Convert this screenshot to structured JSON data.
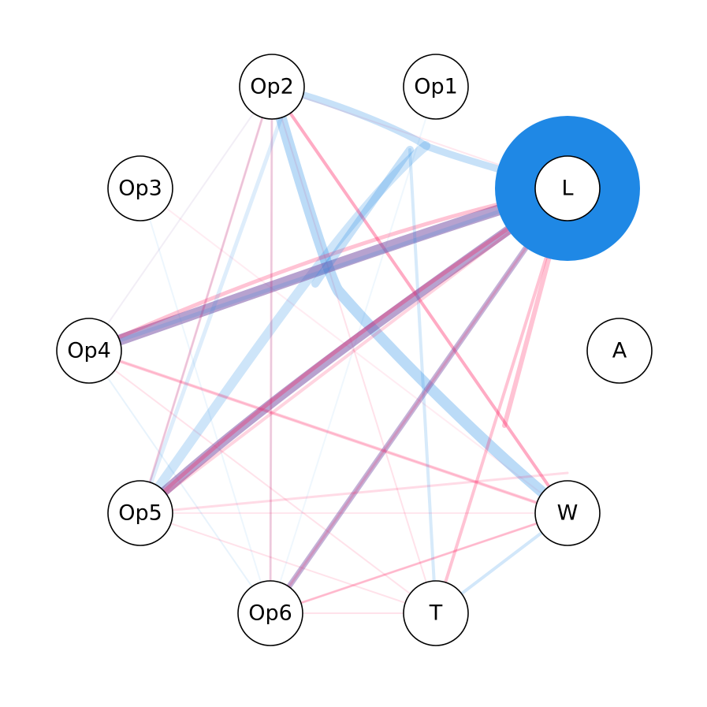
{
  "diagram": {
    "colors": {
      "edge_red": "#ff0f55",
      "edge_blue": "#1f88e5",
      "edge_purple": "#7b55a8",
      "node_fill": "#ffffff",
      "node_stroke": "#000000"
    },
    "nodes": [
      {
        "id": "op2",
        "label": "Op2"
      },
      {
        "id": "op1",
        "label": "Op1"
      },
      {
        "id": "op3",
        "label": "Op3"
      },
      {
        "id": "l",
        "label": "L"
      },
      {
        "id": "op4",
        "label": "Op4"
      },
      {
        "id": "a",
        "label": "A"
      },
      {
        "id": "op5",
        "label": "Op5"
      },
      {
        "id": "w",
        "label": "W"
      },
      {
        "id": "op6",
        "label": "Op6"
      },
      {
        "id": "t",
        "label": "T"
      }
    ]
  }
}
